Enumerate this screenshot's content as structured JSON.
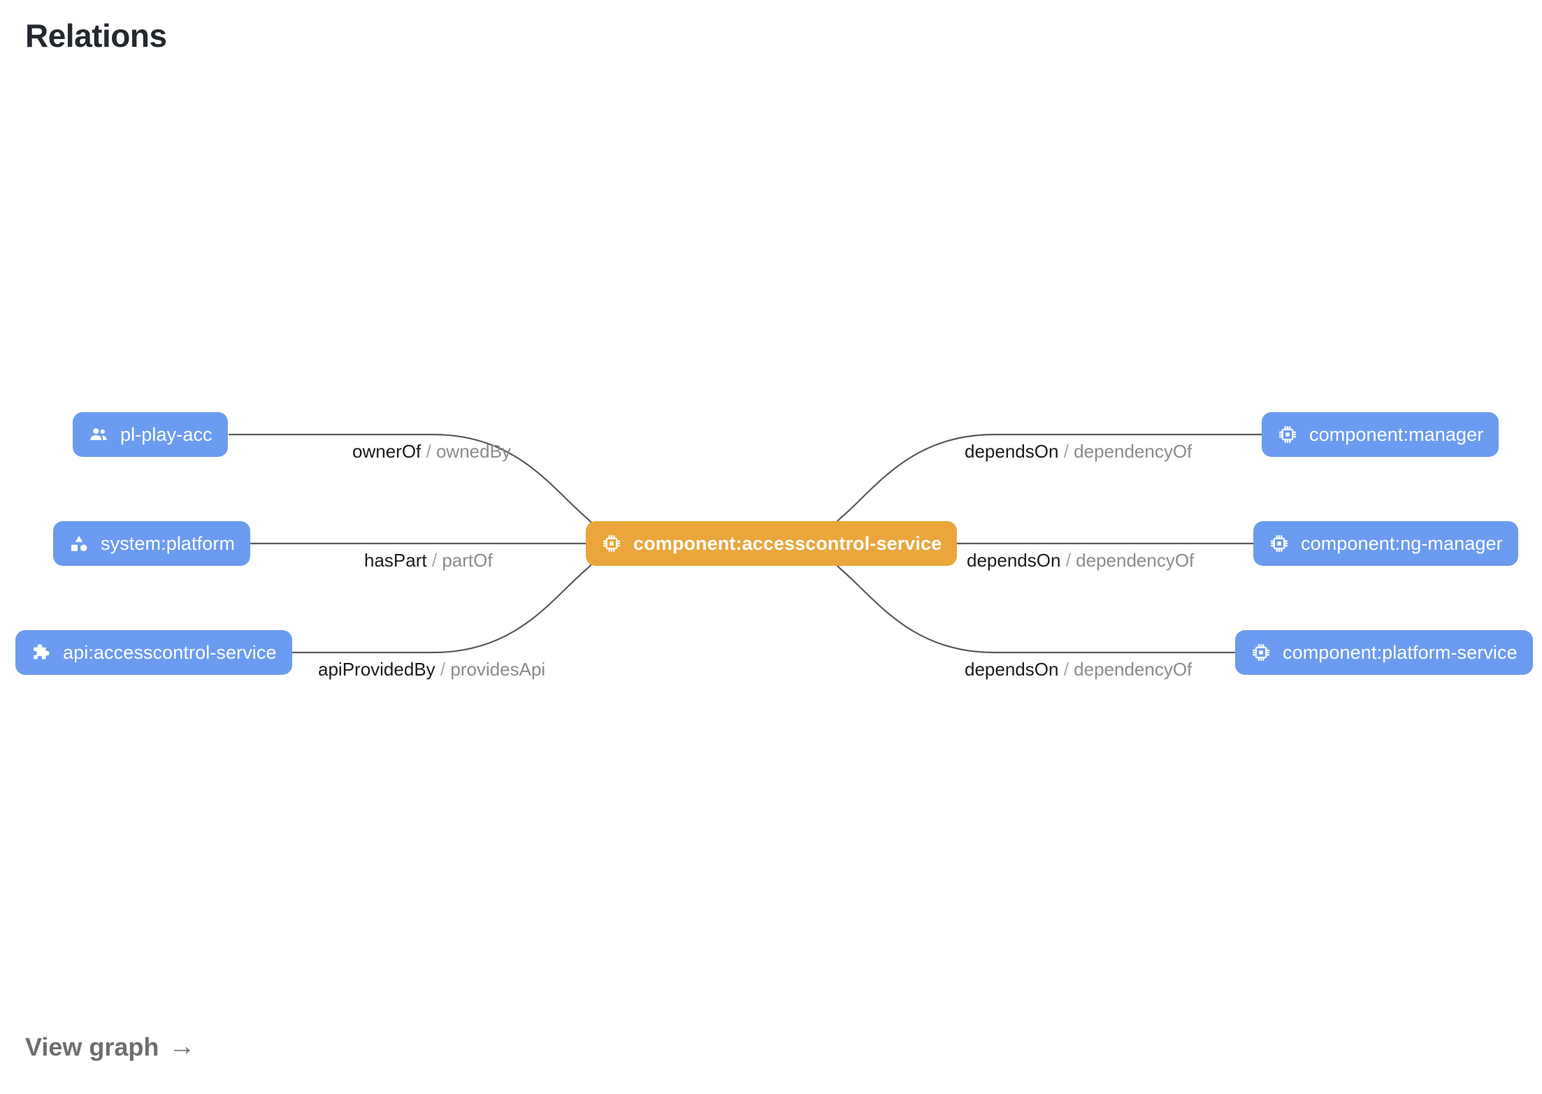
{
  "header": {
    "title": "Relations"
  },
  "footer": {
    "view_graph_label": "View graph",
    "arrow_icon": "arrow-right-icon",
    "arrow_glyph": "→"
  },
  "colors": {
    "node_blue": "#6b9bf0",
    "node_orange": "#eaa63c",
    "edge_stroke": "#58595b",
    "label_forward": "#1b1b1b",
    "label_reverse": "#8b8b8b",
    "title": "#24292f",
    "footer_link": "#6e6e6e",
    "background": "#ffffff"
  },
  "graph": {
    "focus_node": {
      "id": "component:accesscontrol-service",
      "label": "component:accesscontrol-service",
      "icon": "cpu-chip-icon",
      "kind": "component",
      "color": "#eaa63c",
      "highlighted": true
    },
    "nodes": [
      {
        "id": "pl-play-acc",
        "label": "pl-play-acc",
        "icon": "group-people-icon",
        "kind": "group",
        "color": "#6b9bf0",
        "side": "left",
        "row": 0
      },
      {
        "id": "system:platform",
        "label": "system:platform",
        "icon": "category-shapes-icon",
        "kind": "system",
        "color": "#6b9bf0",
        "side": "left",
        "row": 1
      },
      {
        "id": "api:accesscontrol-service",
        "label": "api:accesscontrol-service",
        "icon": "puzzle-extension-icon",
        "kind": "api",
        "color": "#6b9bf0",
        "side": "left",
        "row": 2
      },
      {
        "id": "component:manager",
        "label": "component:manager",
        "icon": "cpu-chip-icon",
        "kind": "component",
        "color": "#6b9bf0",
        "side": "right",
        "row": 0
      },
      {
        "id": "component:ng-manager",
        "label": "component:ng-manager",
        "icon": "cpu-chip-icon",
        "kind": "component",
        "color": "#6b9bf0",
        "side": "right",
        "row": 1
      },
      {
        "id": "component:platform-service",
        "label": "component:platform-service",
        "icon": "cpu-chip-icon",
        "kind": "component",
        "color": "#6b9bf0",
        "side": "right",
        "row": 2
      }
    ],
    "edges": [
      {
        "source": "pl-play-acc",
        "target": "component:accesscontrol-service",
        "forward": "ownerOf",
        "separator": "/",
        "reverse": "ownedBy"
      },
      {
        "source": "system:platform",
        "target": "component:accesscontrol-service",
        "forward": "hasPart",
        "separator": "/",
        "reverse": "partOf"
      },
      {
        "source": "api:accesscontrol-service",
        "target": "component:accesscontrol-service",
        "forward": "apiProvidedBy",
        "separator": "/",
        "reverse": "providesApi"
      },
      {
        "source": "component:accesscontrol-service",
        "target": "component:manager",
        "forward": "dependsOn",
        "separator": "/",
        "reverse": "dependencyOf"
      },
      {
        "source": "component:accesscontrol-service",
        "target": "component:ng-manager",
        "forward": "dependsOn",
        "separator": "/",
        "reverse": "dependencyOf"
      },
      {
        "source": "component:accesscontrol-service",
        "target": "component:platform-service",
        "forward": "dependsOn",
        "separator": "/",
        "reverse": "dependencyOf"
      }
    ]
  }
}
